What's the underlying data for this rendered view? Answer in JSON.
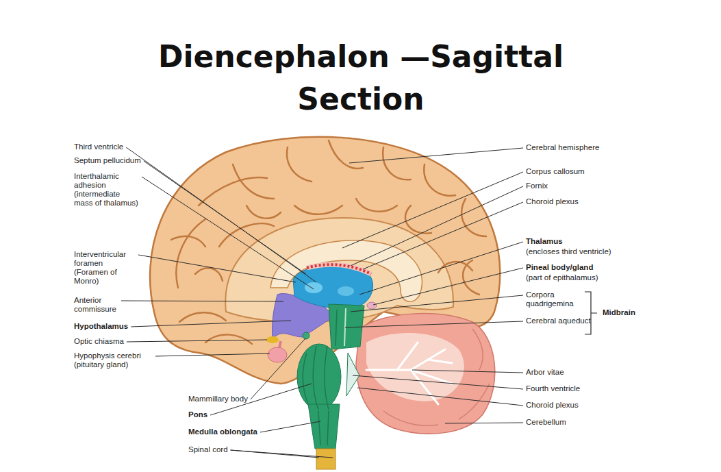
{
  "diagram": {
    "title": "Diencephalon —Sagittal Section",
    "labels": [
      "Third ventricle",
      "Septum pellucidum",
      "Interthalamic adhesion (intermediate mass of thalamus)",
      "Interventricular foramen (Foramen of Monro)",
      "Anterior commissure",
      "Hypothalamus",
      "Optic chiasma",
      "Hypophysis cerebri (pituitary gland)",
      "Mammillary body",
      "Pons",
      "Medulla oblongata",
      "Spinal cord",
      "Cerebral hemisphere",
      "Corpus callosum",
      "Fornix",
      "Choroid plexus",
      "Thalamus",
      "(encloses third ventricle)",
      "Pineal body/gland",
      "(part of epithalamus)",
      "Corpora quadrigemina",
      "Cerebral aqueduct",
      "Midbrain",
      "Arbor vitae",
      "Fourth ventricle",
      "Choroid plexus",
      "Cerebellum"
    ]
  }
}
